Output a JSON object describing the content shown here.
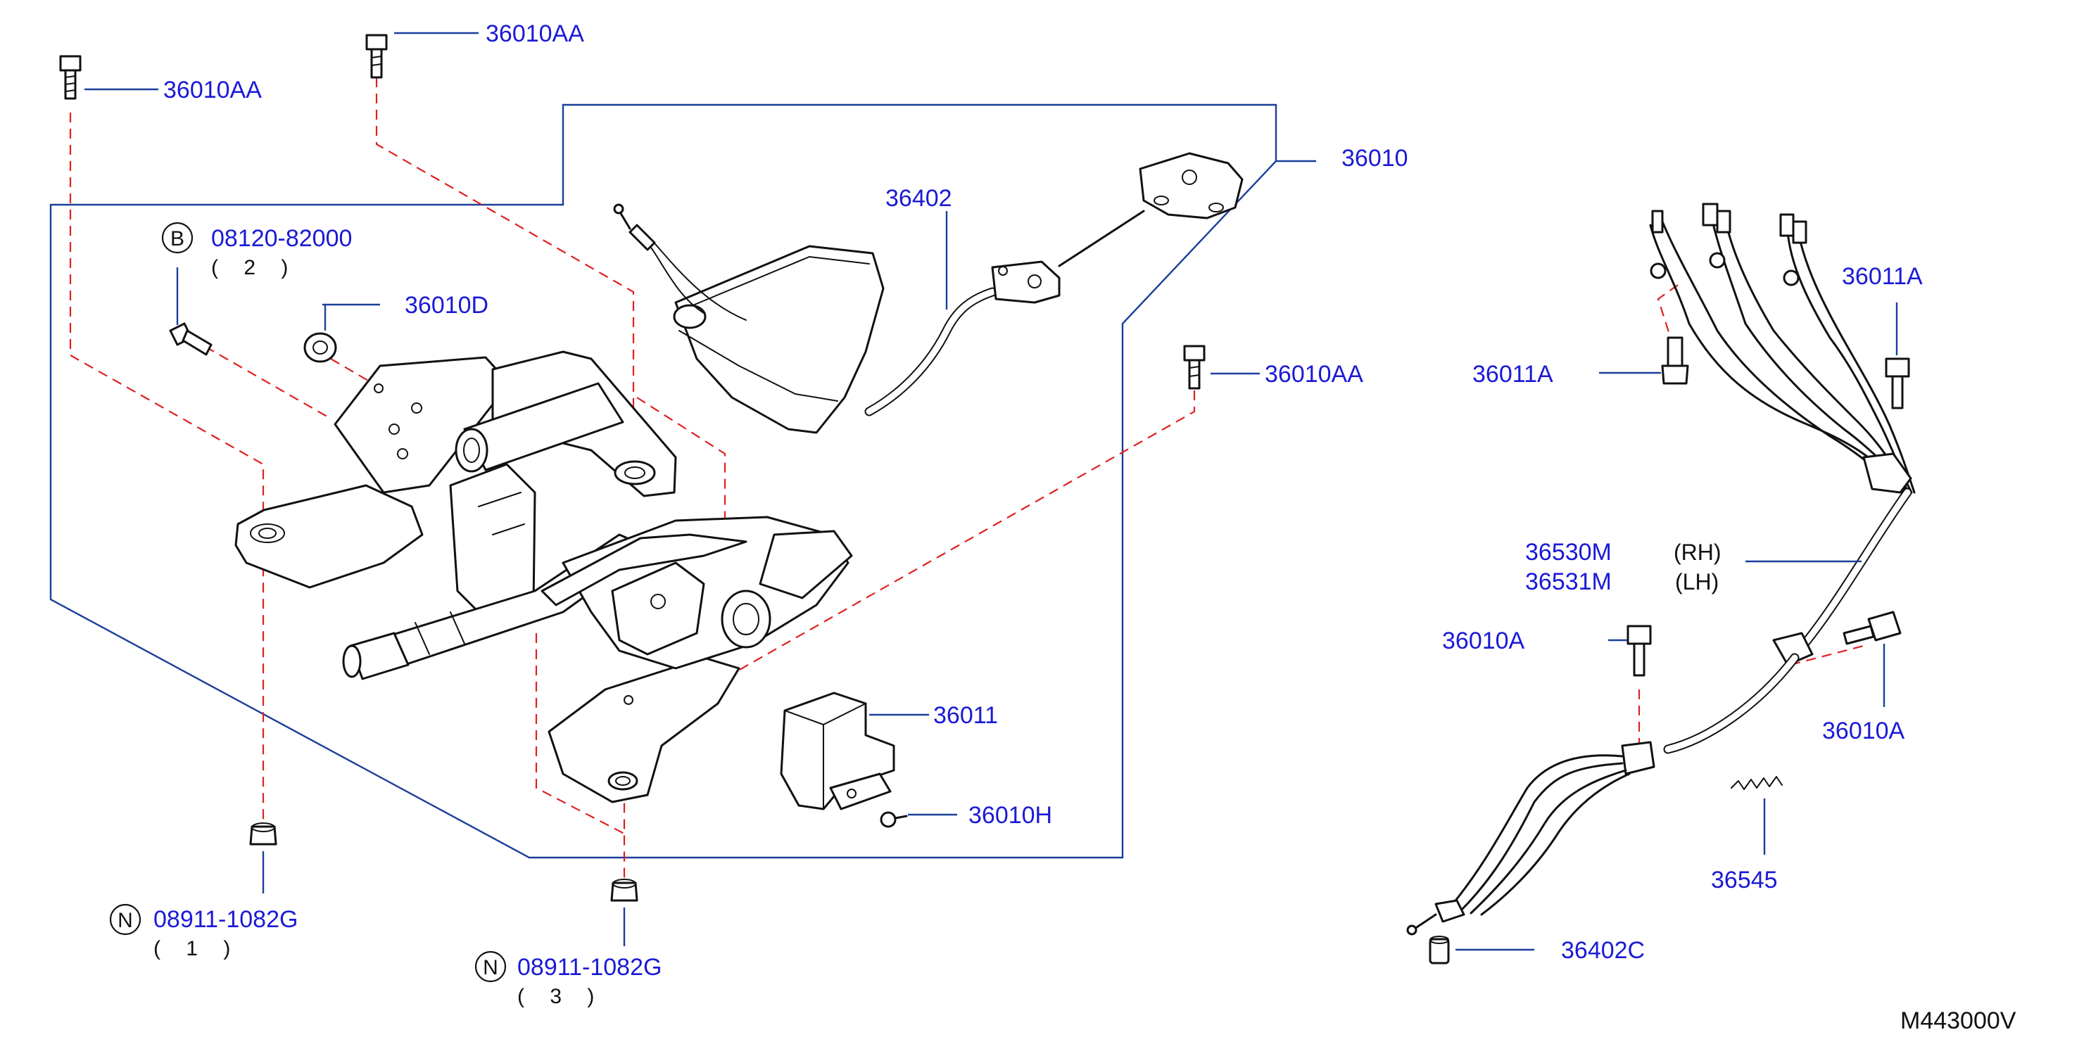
{
  "parts": {
    "bolt_top_left": "36010AA",
    "bolt_top_center": "36010AA",
    "bolt_right": "36010AA",
    "bolt_b": "08120-82000",
    "bolt_b_qty": "( 2 )",
    "washer": "36010D",
    "lever_assembly": "36010",
    "front_cable": "36402",
    "switch": "36011",
    "switch_screw": "36010H",
    "nut_left": "08911-1082G",
    "nut_left_qty": "( 1 )",
    "nut_center": "08911-1082G",
    "nut_center_qty": "( 3 )",
    "bracket_bolt_right": "36011A",
    "bracket_bolt_left": "36011A",
    "rear_cable_rh": "36530M",
    "rear_cable_lh": "36531M",
    "rh_note": "(RH)",
    "lh_note": "(LH)",
    "clip_bolt_left": "36010A",
    "clip_bolt_right": "36010A",
    "spring": "36545",
    "cap": "36402C"
  },
  "badges": {
    "bolt": "B",
    "nut_left": "N",
    "nut_center": "N"
  },
  "figure_id": "M443000V",
  "colors": {
    "part_number": "#1a1ad6",
    "leader_line": "#1a3f9a",
    "hidden_line": "#e02020",
    "ink": "#111111"
  }
}
